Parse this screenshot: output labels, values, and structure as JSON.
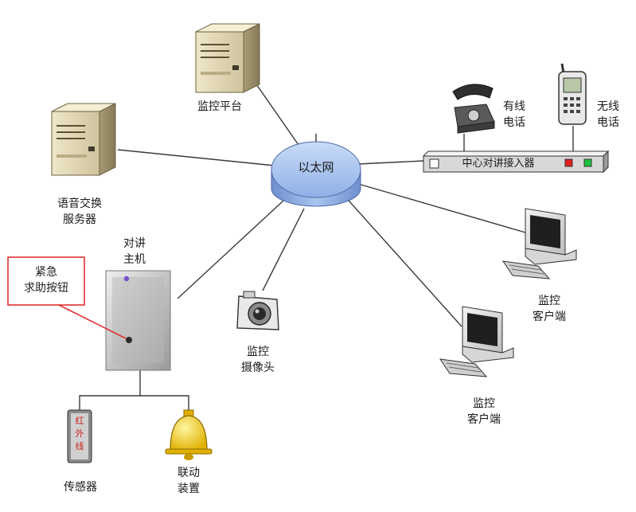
{
  "hub": {
    "label": "以太网"
  },
  "nodes": {
    "monitor_platform": {
      "label": "监控平台"
    },
    "voice_server": {
      "line1": "语音交换",
      "line2": "服务器"
    },
    "wired_phone": {
      "line1": "有线",
      "line2": "电话"
    },
    "wireless_phone": {
      "line1": "无线",
      "line2": "电话"
    },
    "access_device": {
      "label": "中心对讲接入器"
    },
    "intercom_host": {
      "line1": "对讲",
      "line2": "主机"
    },
    "emergency_button": {
      "line1": "紧急",
      "line2": "求助按钮"
    },
    "camera": {
      "line1": "监控",
      "line2": "摄像头"
    },
    "client_1": {
      "line1": "监控",
      "line2": "客户端"
    },
    "client_2": {
      "line1": "监控",
      "line2": "客户端"
    },
    "sensor": {
      "label": "传感器",
      "body_text": "红外线"
    },
    "linkage": {
      "line1": "联动",
      "line2": "装置"
    }
  },
  "colors": {
    "hub_fill": "#a9c4ee",
    "callout_red": "#e03030",
    "line": "#3a3a3a"
  }
}
